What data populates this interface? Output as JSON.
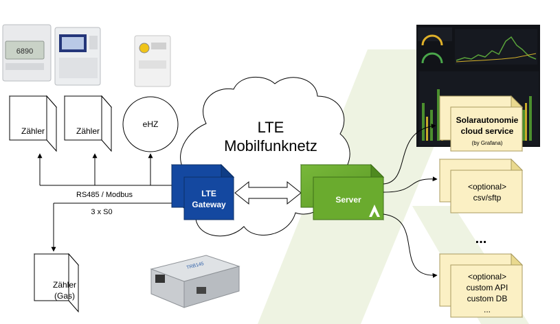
{
  "meters": {
    "zaehler1": "Zähler",
    "zaehler2": "Zähler",
    "ehz": "eHZ",
    "gas_line1": "Zähler",
    "gas_line2": "(Gas)"
  },
  "bus": {
    "rs485": "RS485 / Modbus",
    "s0": "3 x S0"
  },
  "cloud": {
    "line1": "LTE",
    "line2": "Mobilfunknetz"
  },
  "gateway": {
    "line1": "LTE",
    "line2": "Gateway"
  },
  "server": {
    "label": "Server"
  },
  "services": {
    "solar_line1": "Solarautonomie",
    "solar_line2": "cloud service",
    "solar_sub": "(by Grafana)",
    "csv_line1": "<optional>",
    "csv_line2": "csv/sftp",
    "ellipsis": "...",
    "api_line1": "<optional>",
    "api_line2": "custom API",
    "api_line3": "custom DB",
    "api_line4": "..."
  },
  "device": {
    "label": "TRB145"
  },
  "colors": {
    "gateway": "#1448a0",
    "server": "#6aab2e",
    "service_box": "#fbf0c4",
    "watermark": "#eef3e2"
  }
}
